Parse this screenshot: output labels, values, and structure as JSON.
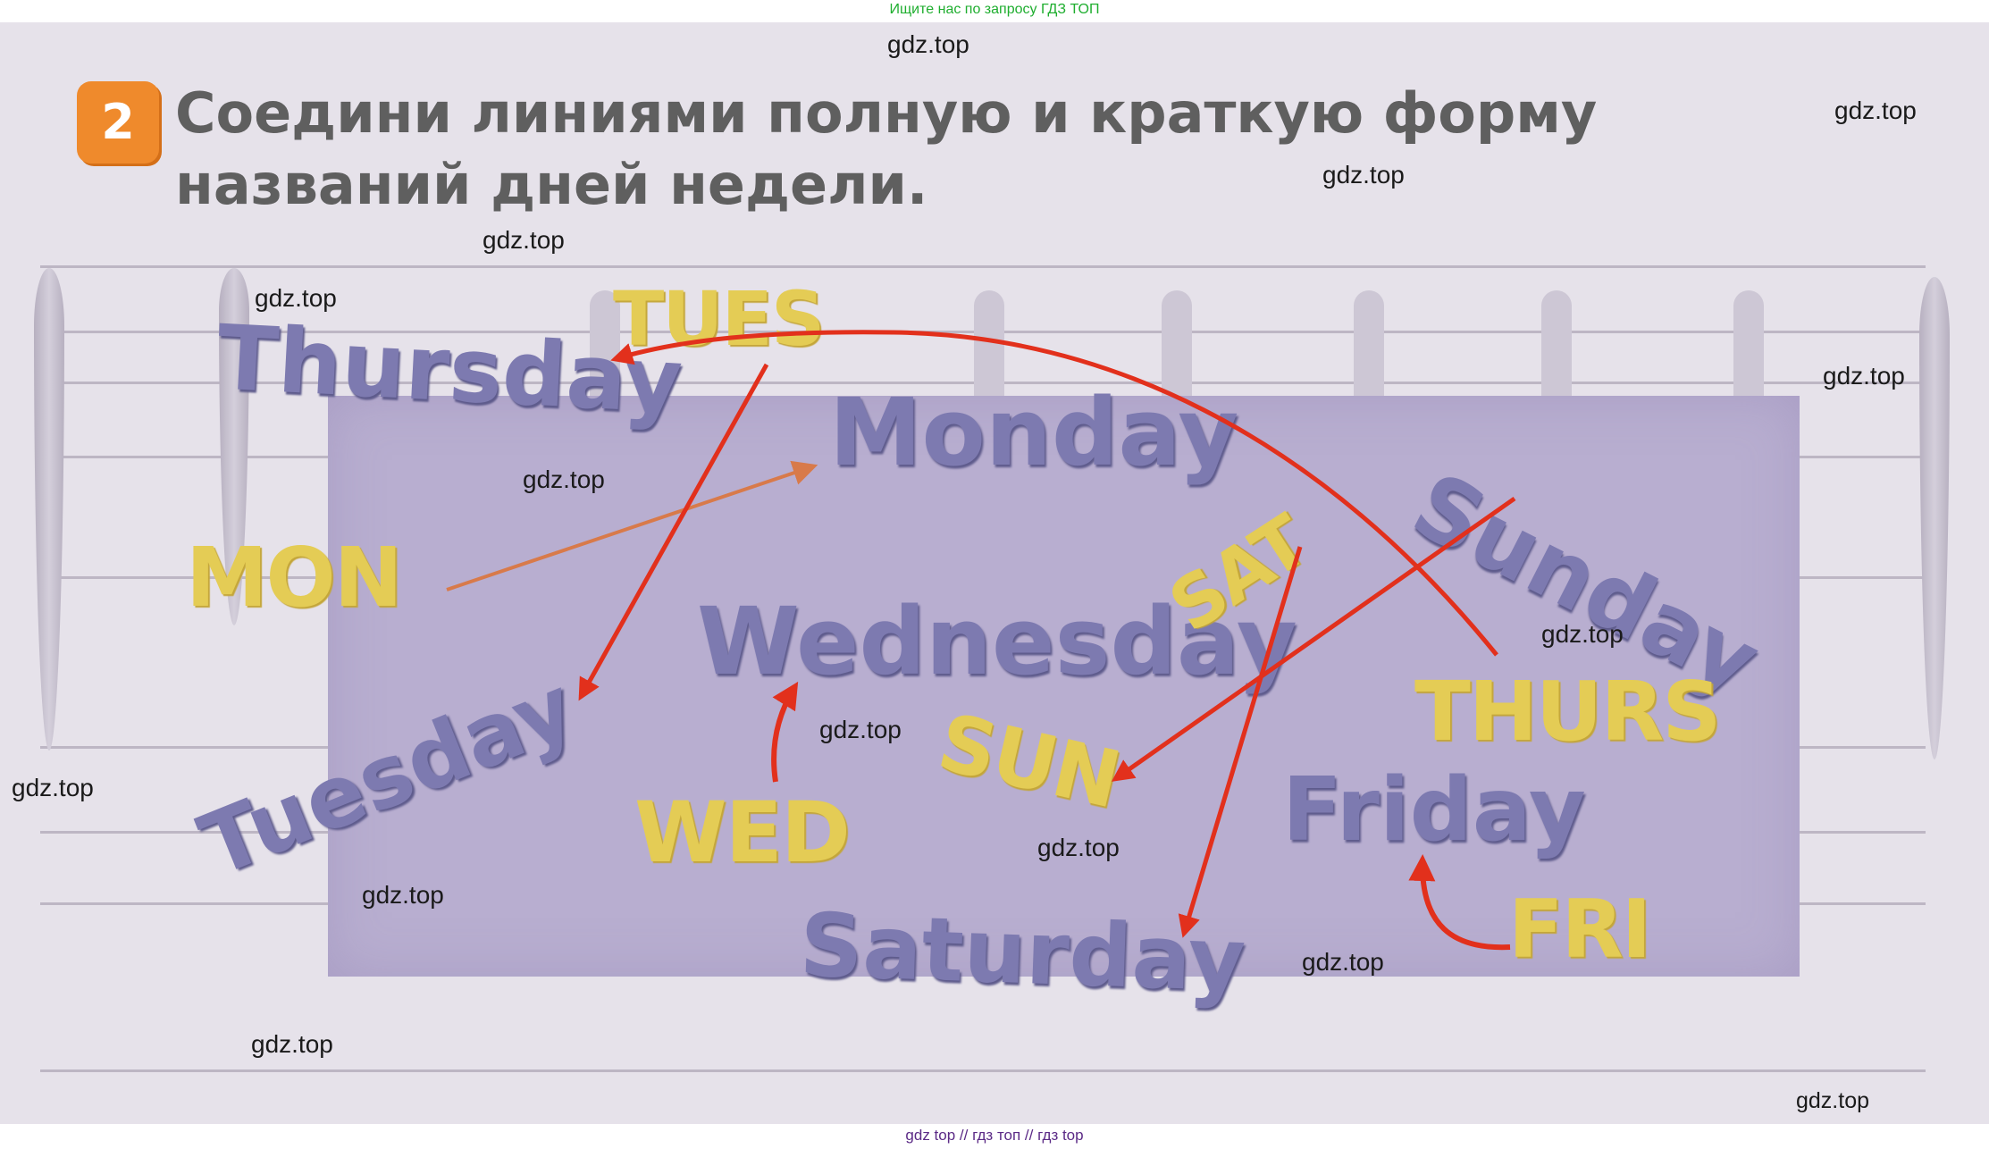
{
  "top_banner": "Ищите нас по запросу ГДЗ ТОП",
  "bottom_banner": "gdz top  //  гдз топ  //  гдз top",
  "exercise": {
    "number": "2",
    "instruction": "Соедини линиями полную и краткую форму названий дней недели."
  },
  "full_names": {
    "thursday": "Thursday",
    "monday": "Monday",
    "sunday": "Sunday",
    "wednesday": "Wednesday",
    "tuesday": "Tuesday",
    "friday": "Friday",
    "saturday": "Saturday"
  },
  "short_names": {
    "tues": "TUES",
    "mon": "MON",
    "sat": "SAT",
    "wed": "WED",
    "sun": "SUN",
    "thurs": "THURS",
    "fri": "FRI"
  },
  "connections": [
    {
      "from": "MON",
      "to": "Monday"
    },
    {
      "from": "TUES",
      "to": "Tuesday"
    },
    {
      "from": "WED",
      "to": "Wednesday"
    },
    {
      "from": "THURS",
      "to": "Thursday"
    },
    {
      "from": "FRI",
      "to": "Friday"
    },
    {
      "from": "SAT",
      "to": "Saturday"
    },
    {
      "from": "Sunday",
      "to": "SUN"
    }
  ],
  "colors": {
    "full_name_text": "#7d7ab0",
    "short_name_text": "#e4cc55",
    "arrow": "#e2301c",
    "board": "#b8aed0",
    "badge": "#ef8a2c"
  },
  "watermark": "gdz.top"
}
